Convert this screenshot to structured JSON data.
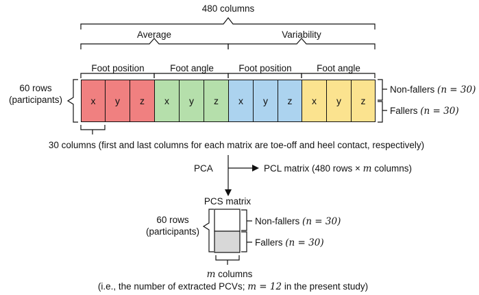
{
  "top_label": "480 columns",
  "groups": [
    {
      "label": "Average",
      "subgroups": [
        "Foot position",
        "Foot angle"
      ]
    },
    {
      "label": "Variability",
      "subgroups": [
        "Foot position",
        "Foot angle"
      ]
    }
  ],
  "axes": [
    "x",
    "y",
    "z"
  ],
  "colors": {
    "red": "#f08080",
    "green": "#b5dfab",
    "blue": "#acd3ef",
    "yellow": "#fbe38f",
    "gray": "#d8d8d8"
  },
  "rows_label_line1": "60 rows",
  "rows_label_line2": "(participants)",
  "nonfallers_label": "Non-fallers",
  "fallers_label": "Fallers",
  "n_text": "(n = 30)",
  "columns_note": "30 columns (first and last columns for each matrix are toe-off and heel contact, respectively)",
  "pca_label": "PCA",
  "pcl_text_a": "PCL matrix (480 rows × ",
  "pcl_m": "m",
  "pcl_text_b": "  columns)",
  "pcs_title": "PCS matrix",
  "pcs_rows_line1": "60 rows",
  "pcs_rows_line2": "(participants)",
  "m_columns_m": "m",
  "m_columns_text": "  columns",
  "footnote_a": "(i.e., the number of extracted PCVs;  ",
  "footnote_m": "m = 12",
  "footnote_b": "  in the present study)"
}
